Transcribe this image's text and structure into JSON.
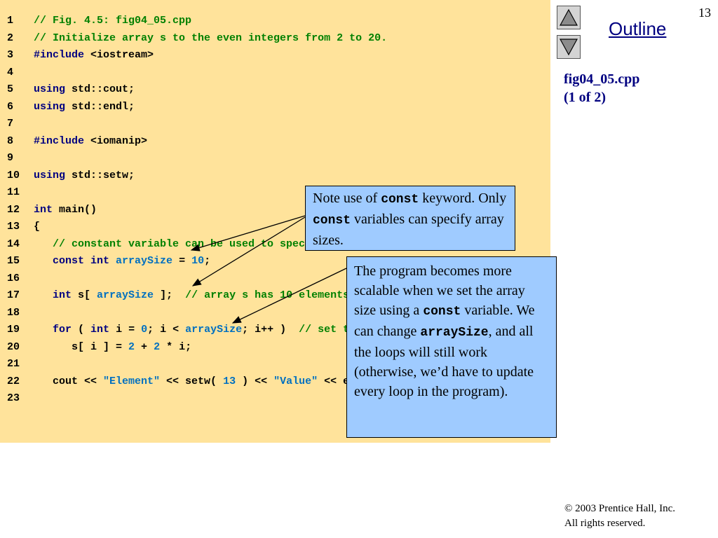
{
  "slide_number": "13",
  "outline_link": "Outline",
  "file": {
    "name": "fig04_05.cpp",
    "part": "(1 of 2)"
  },
  "footer": {
    "copyright_symbol": "©",
    "copyright": "2003 Prentice Hall, Inc.",
    "rights": "All rights reserved."
  },
  "nav": {
    "up_icon": "triangle-up-icon",
    "down_icon": "triangle-down-icon"
  },
  "colors": {
    "code_bg": "#ffe39b",
    "callout_bg": "#9fcbff",
    "comment": "#008000",
    "keyword": "#000080",
    "literal": "#0070c0"
  },
  "code_lines": [
    {
      "n": "1",
      "tokens": [
        {
          "t": "comment",
          "v": "// Fig. 4.5: fig04_05.cpp"
        }
      ]
    },
    {
      "n": "2",
      "tokens": [
        {
          "t": "comment",
          "v": "// Initialize array s to the even integers from 2 to 20."
        }
      ]
    },
    {
      "n": "3",
      "tokens": [
        {
          "t": "keyword",
          "v": "#include"
        },
        {
          "t": "plain",
          "v": " <iostream>"
        }
      ]
    },
    {
      "n": "4",
      "tokens": []
    },
    {
      "n": "5",
      "tokens": [
        {
          "t": "keyword",
          "v": "using"
        },
        {
          "t": "plain",
          "v": " std::cout;"
        }
      ]
    },
    {
      "n": "6",
      "tokens": [
        {
          "t": "keyword",
          "v": "using"
        },
        {
          "t": "plain",
          "v": " std::endl;"
        }
      ]
    },
    {
      "n": "7",
      "tokens": []
    },
    {
      "n": "8",
      "tokens": [
        {
          "t": "keyword",
          "v": "#include"
        },
        {
          "t": "plain",
          "v": " <iomanip>"
        }
      ]
    },
    {
      "n": "9",
      "tokens": []
    },
    {
      "n": "10",
      "tokens": [
        {
          "t": "keyword",
          "v": "using"
        },
        {
          "t": "plain",
          "v": " std::setw;"
        }
      ]
    },
    {
      "n": "11",
      "tokens": []
    },
    {
      "n": "12",
      "tokens": [
        {
          "t": "keyword",
          "v": "int"
        },
        {
          "t": "plain",
          "v": " main()"
        }
      ]
    },
    {
      "n": "13",
      "tokens": [
        {
          "t": "plain",
          "v": "{"
        }
      ]
    },
    {
      "n": "14",
      "tokens": [
        {
          "t": "comment",
          "v": "   // constant variable can be used to specify array size"
        }
      ]
    },
    {
      "n": "15",
      "tokens": [
        {
          "t": "plain",
          "v": "   "
        },
        {
          "t": "keyword",
          "v": "const int"
        },
        {
          "t": "plain",
          "v": " "
        },
        {
          "t": "ident",
          "v": "arraySize"
        },
        {
          "t": "plain",
          "v": " = "
        },
        {
          "t": "number",
          "v": "10"
        },
        {
          "t": "plain",
          "v": ";"
        }
      ]
    },
    {
      "n": "16",
      "tokens": []
    },
    {
      "n": "17",
      "tokens": [
        {
          "t": "plain",
          "v": "   "
        },
        {
          "t": "keyword",
          "v": "int"
        },
        {
          "t": "plain",
          "v": " s[ "
        },
        {
          "t": "ident",
          "v": "arraySize"
        },
        {
          "t": "plain",
          "v": " ];  "
        },
        {
          "t": "comment",
          "v": "// array s has 10 elements"
        }
      ]
    },
    {
      "n": "18",
      "tokens": []
    },
    {
      "n": "19",
      "tokens": [
        {
          "t": "plain",
          "v": "   "
        },
        {
          "t": "keyword",
          "v": "for"
        },
        {
          "t": "plain",
          "v": " ( "
        },
        {
          "t": "keyword",
          "v": "int"
        },
        {
          "t": "plain",
          "v": " i = "
        },
        {
          "t": "number",
          "v": "0"
        },
        {
          "t": "plain",
          "v": "; i < "
        },
        {
          "t": "ident",
          "v": "arraySize"
        },
        {
          "t": "plain",
          "v": "; i++ )  "
        },
        {
          "t": "comment",
          "v": "// set the values"
        }
      ]
    },
    {
      "n": "20",
      "tokens": [
        {
          "t": "plain",
          "v": "      s[ i ] = "
        },
        {
          "t": "number",
          "v": "2"
        },
        {
          "t": "plain",
          "v": " + "
        },
        {
          "t": "number",
          "v": "2"
        },
        {
          "t": "plain",
          "v": " * i;"
        }
      ]
    },
    {
      "n": "21",
      "tokens": []
    },
    {
      "n": "22",
      "tokens": [
        {
          "t": "plain",
          "v": "   cout << "
        },
        {
          "t": "string",
          "v": "\"Element\""
        },
        {
          "t": "plain",
          "v": " << setw( "
        },
        {
          "t": "number",
          "v": "13"
        },
        {
          "t": "plain",
          "v": " ) << "
        },
        {
          "t": "string",
          "v": "\"Value\""
        },
        {
          "t": "plain",
          "v": " << endl;"
        }
      ]
    },
    {
      "n": "23",
      "tokens": []
    }
  ],
  "callout1": [
    {
      "t": "text",
      "v": "Note use of "
    },
    {
      "t": "code",
      "v": "const"
    },
    {
      "t": "text",
      "v": " keyword. Only "
    },
    {
      "t": "code",
      "v": "const"
    },
    {
      "t": "text",
      "v": " variables can specify array sizes."
    }
  ],
  "callout2": [
    {
      "t": "text",
      "v": "The program becomes more scalable when we set the array size using a "
    },
    {
      "t": "code",
      "v": "const"
    },
    {
      "t": "text",
      "v": " variable. We can change "
    },
    {
      "t": "code",
      "v": "arraySize"
    },
    {
      "t": "text",
      "v": ", and all the loops will still work (otherwise, we’d have to update every loop in the program)."
    }
  ]
}
